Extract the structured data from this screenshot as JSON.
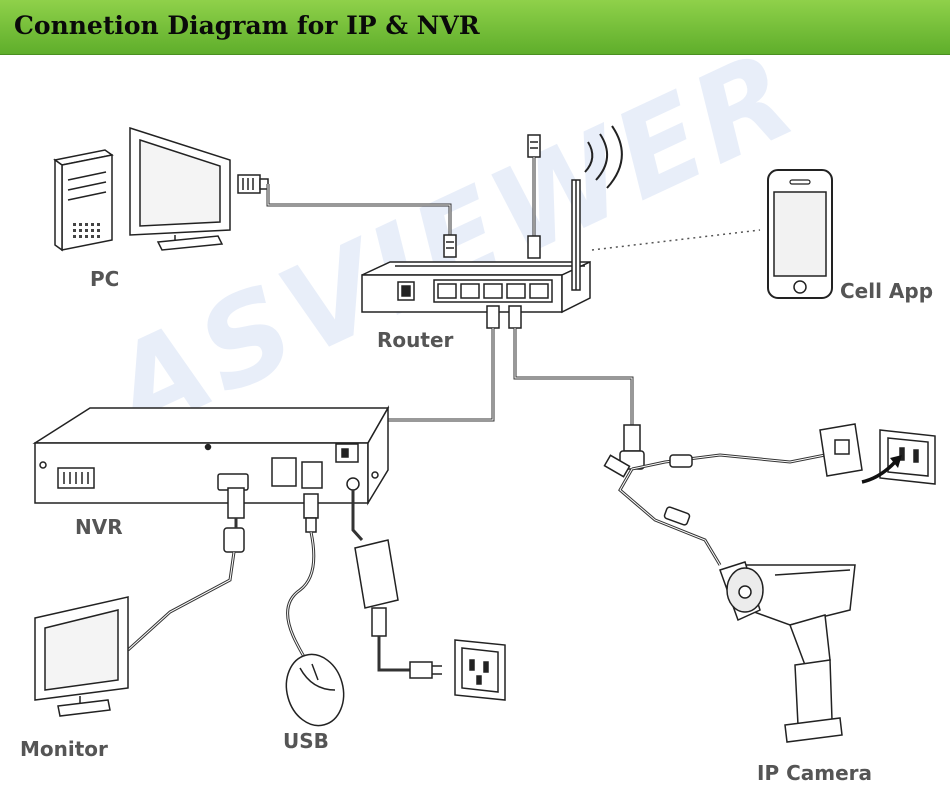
{
  "header": {
    "title": "Connetion Diagram for IP & NVR"
  },
  "labels": {
    "pc": "PC",
    "router": "Router",
    "cell_app": "Cell App",
    "nvr": "NVR",
    "monitor": "Monitor",
    "usb": "USB",
    "ip_camera": "IP Camera"
  },
  "watermark": "ASVIEWER"
}
